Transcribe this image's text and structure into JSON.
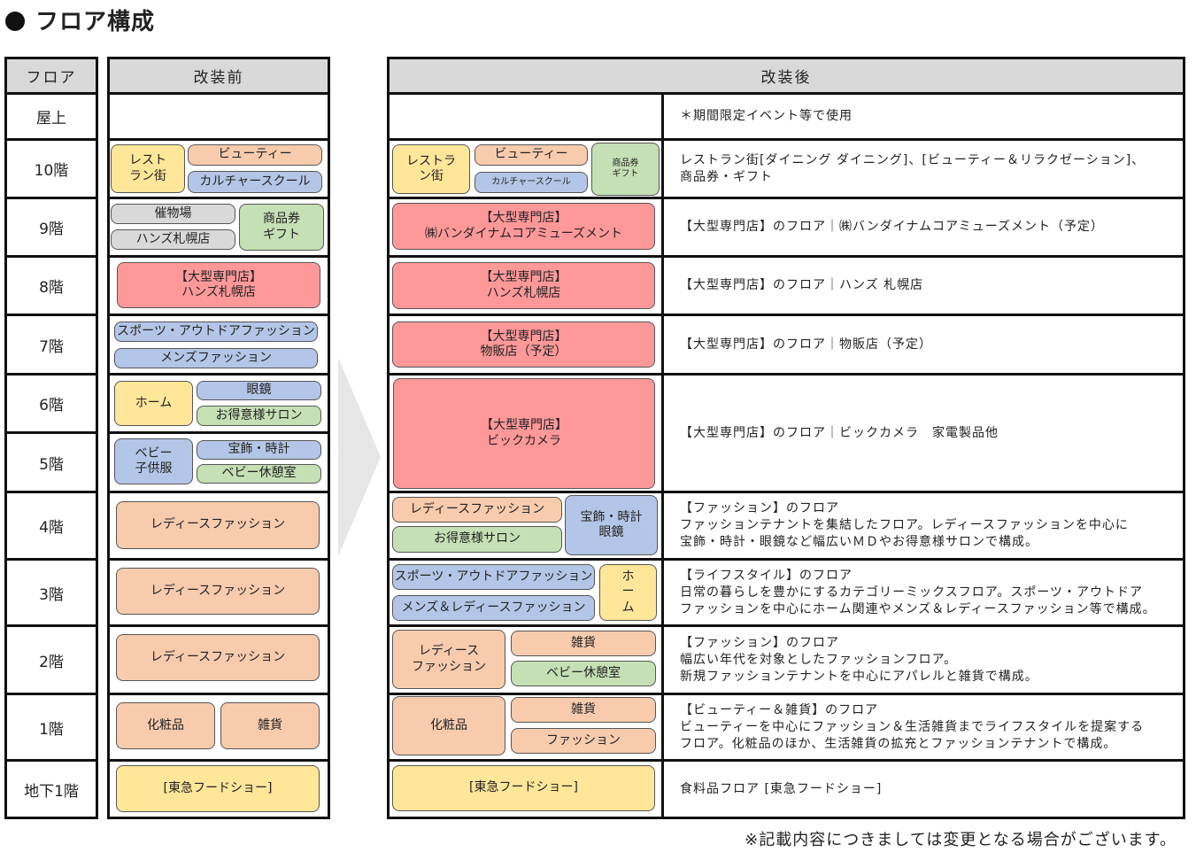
{
  "title": "フロア構成",
  "headers": {
    "floor": "フロア",
    "before": "改装前",
    "after": "改装後"
  },
  "floors": [
    "屋上",
    "10階",
    "9階",
    "8階",
    "7階",
    "6階",
    "5階",
    "4階",
    "3階",
    "2階",
    "1階",
    "地下1階"
  ],
  "before": {
    "r10": [
      "レスト\nラン街",
      "ビューティー",
      "カルチャースクール"
    ],
    "r9": [
      "催物場",
      "ハンズ札幌店",
      "商品券\nギフト"
    ],
    "r8": [
      "【大型専門店】\nハンズ札幌店"
    ],
    "r7": [
      "スポーツ・アウトドアファッション",
      "メンズファッション"
    ],
    "r6": [
      "ホーム",
      "眼鏡",
      "お得意様サロン"
    ],
    "r5": [
      "ベビー\n子供服",
      "宝飾・時計",
      "ベビー休憩室"
    ],
    "r4": [
      "レディースファッション"
    ],
    "r3": [
      "レディースファッション"
    ],
    "r2": [
      "レディースファッション"
    ],
    "r1": [
      "化粧品",
      "雑貨"
    ],
    "b1": [
      "[東急フードショー]"
    ]
  },
  "after": {
    "r10": [
      "レストラ\nン街",
      "ビューティー",
      "カルチャースクール",
      "商品券\nギフト"
    ],
    "r9": [
      "【大型専門店】\n㈱バンダイナムコアミューズメント"
    ],
    "r8": [
      "【大型専門店】\nハンズ札幌店"
    ],
    "r7": [
      "【大型専門店】\n物販店（予定）"
    ],
    "r65": [
      "【大型専門店】\nビックカメラ"
    ],
    "r4": [
      "レディースファッション",
      "お得意様サロン",
      "宝飾・時計\n眼鏡"
    ],
    "r3": [
      "スポーツ・アウトドアファッション",
      "メンズ＆レディースファッション",
      "ホ\nー\nム"
    ],
    "r2": [
      "レディース\nファッション",
      "雑貨",
      "ベビー休憩室"
    ],
    "r1": [
      "化粧品",
      "雑貨",
      "ファッション"
    ],
    "b1": [
      "[東急フードショー]"
    ]
  },
  "descriptions": [
    "＊期間限定イベント等で使用",
    "レストラン街[ダイニング ダイニング]、[ビューティー＆リラクゼーション]、\n商品券・ギフト",
    "【大型専門店】のフロア｜㈱バンダイナムコアミューズメント（予定）",
    "【大型専門店】のフロア｜ハンズ 札幌店",
    "【大型専門店】のフロア｜物販店（予定）",
    "【大型専門店】のフロア｜ビックカメラ　家電製品他",
    "【ファッション】のフロア\nファッションテナントを集結したフロア。レディースファッションを中心に\n宝飾・時計・眼鏡など幅広いＭＤやお得意様サロンで構成。",
    "【ライフスタイル】のフロア\n日常の暮らしを豊かにするカテゴリーミックスフロア。スポーツ・アウトドア\nファッションを中心にホーム関連やメンズ＆レディースファッション等で構成。",
    "【ファッション】のフロア\n幅広い年代を対象としたファッションフロア。\n新規ファッションテナントを中心にアパレルと雑貨で構成。",
    "【ビューティー＆雑貨】のフロア\nビューティーを中心にファッション＆生活雑貨までライフスタイルを提案する\nフロア。化粧品のほか、生活雑貨の拡充とファッションテナントで構成。",
    "食料品フロア [東急フードショー]"
  ],
  "footnote": "※記載内容につきましては変更となる場合がございます。"
}
